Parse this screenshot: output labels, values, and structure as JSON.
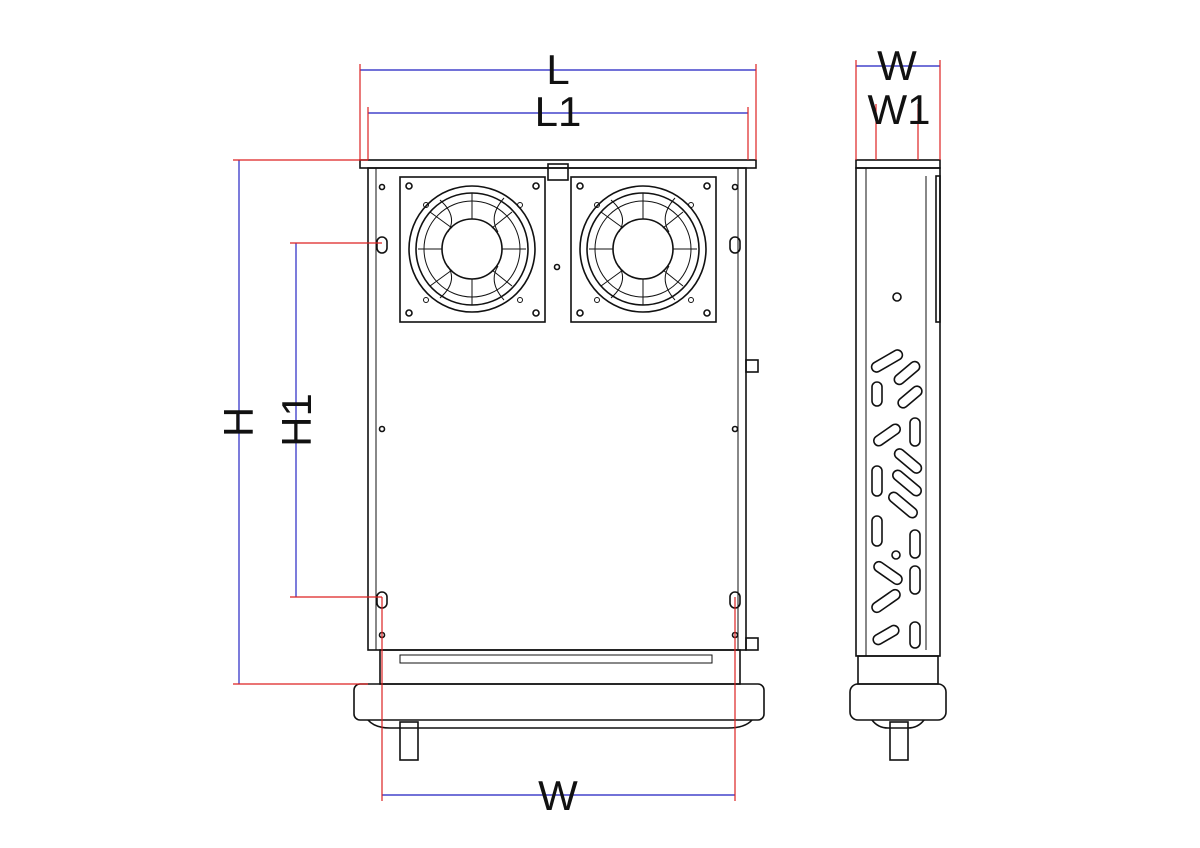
{
  "dimensions": {
    "front_length": "L",
    "front_inner_length": "L1",
    "front_height": "H",
    "front_inner_height": "H1",
    "front_bottom_width": "W",
    "side_width": "W",
    "side_inner_width": "W1"
  },
  "colors": {
    "dimension_line": "#4444cc",
    "extension_line": "#dd2222",
    "outline": "#111111"
  }
}
